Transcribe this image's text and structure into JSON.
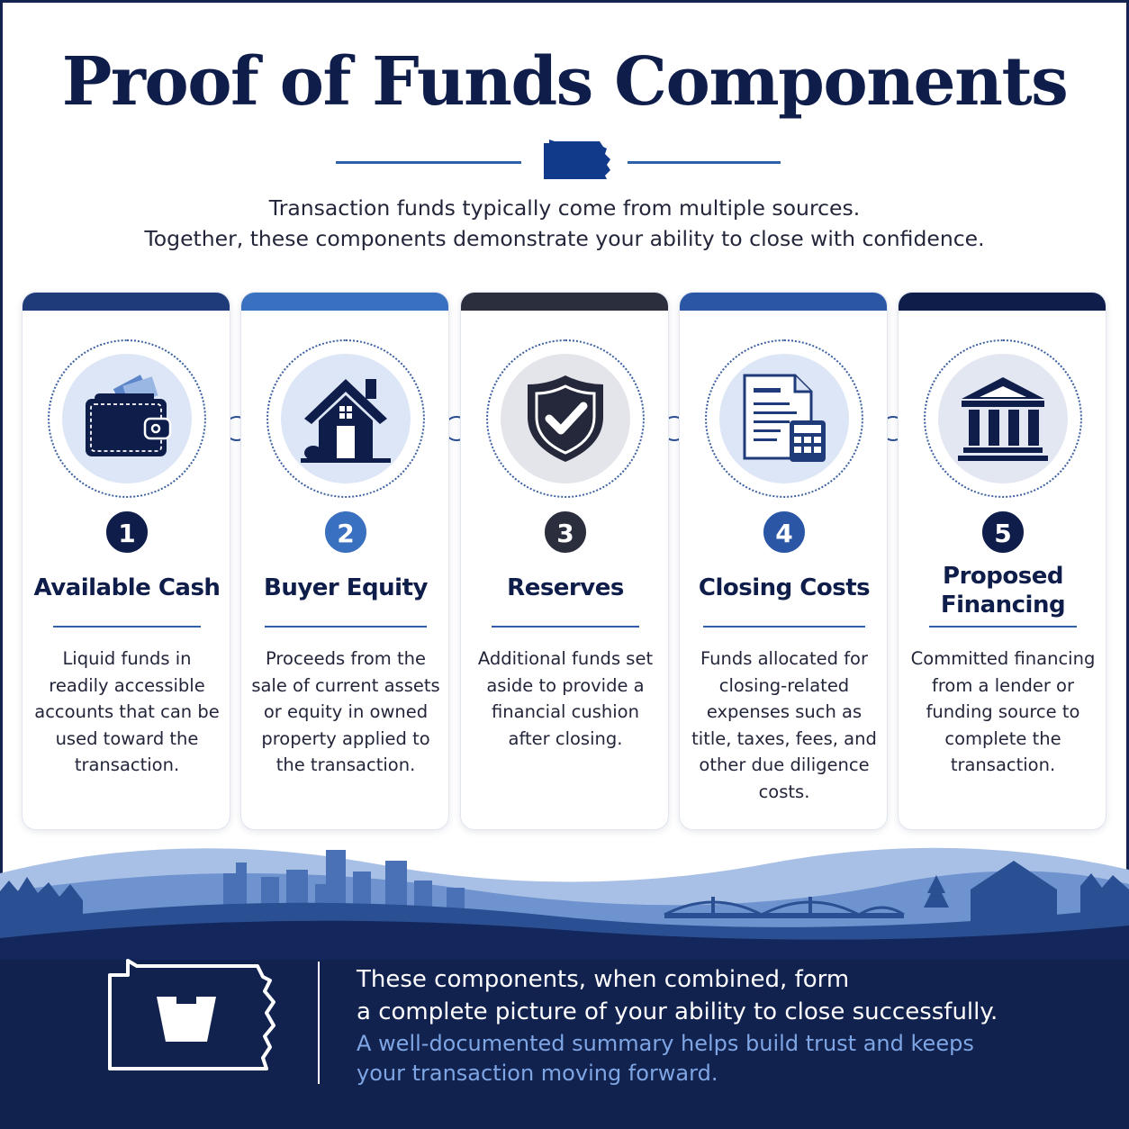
{
  "header": {
    "title": "Proof of Funds Components",
    "subtitle_lines": [
      "Transaction funds typically come from multiple sources.",
      "Together, these components demonstrate your ability to close with confidence."
    ]
  },
  "components": [
    {
      "number": "1",
      "title_lines": [
        "Available Cash"
      ],
      "icon": "wallet-icon",
      "accent": "#1f3b7a",
      "description": "Liquid funds in readily accessible accounts that can be used toward the transaction."
    },
    {
      "number": "2",
      "title_lines": [
        "Buyer Equity"
      ],
      "icon": "house-icon",
      "accent": "#3a70c0",
      "description": "Proceeds from the sale of current assets or equity in owned property applied to the transaction."
    },
    {
      "number": "3",
      "title_lines": [
        "Reserves"
      ],
      "icon": "shield-check-icon",
      "accent": "#2b2f3d",
      "description": "Additional funds set aside to provide a financial cushion after closing."
    },
    {
      "number": "4",
      "title_lines": [
        "Closing Costs"
      ],
      "icon": "document-calculator-icon",
      "accent": "#2a56a5",
      "description": "Funds allocated for closing-related expenses such as title, taxes, fees, and other due diligence costs."
    },
    {
      "number": "5",
      "title_lines": [
        "Proposed",
        "Financing"
      ],
      "icon": "bank-icon",
      "accent": "#0f1d4a",
      "description": "Committed financing from a lender or funding source to complete the transaction."
    }
  ],
  "footer": {
    "statement_lines": [
      "These components, when combined, form",
      "a complete picture of your ability to close successfully."
    ],
    "sub_lines": [
      "A well-documented summary helps build trust and keeps",
      "your transaction moving forward."
    ],
    "icon": "pennsylvania-keystone-icon"
  },
  "colors": {
    "navy": "#0f1d4a",
    "blue": "#2f5fa8",
    "light_blue_text": "#7fa6e4"
  }
}
